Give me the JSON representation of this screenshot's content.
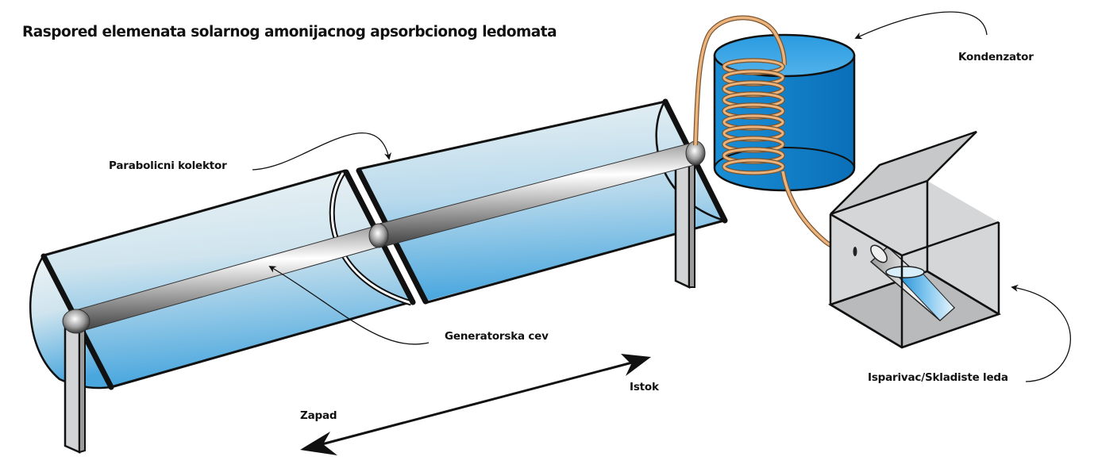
{
  "title": "Raspored elemenata solarnog amonijacnog apsorbcionog ledomata",
  "labels": {
    "condenser": "Kondenzator",
    "parabolic_collector": "Parabolicni kolektor",
    "generator_tube": "Generatorska cev",
    "east": "Istok",
    "west": "Zapad",
    "evaporator": "Isparivac/Skladiste leda"
  },
  "components": [
    {
      "id": "parabolic-collector",
      "label_ref": "labels.parabolic_collector",
      "segments": 2
    },
    {
      "id": "generator-tube",
      "label_ref": "labels.generator_tube"
    },
    {
      "id": "condenser",
      "label_ref": "labels.condenser",
      "coil_turns": 10
    },
    {
      "id": "evaporator-ice-box",
      "label_ref": "labels.evaporator"
    }
  ],
  "colors": {
    "water_blue": "#1a86cc",
    "collector_light": "#e6eff2",
    "collector_blue": "#5fb0e0",
    "copper_pipe": "#ecb47c",
    "steel": "#b8b8b8",
    "box_gray": "#cdcecf",
    "outline": "#111111"
  }
}
